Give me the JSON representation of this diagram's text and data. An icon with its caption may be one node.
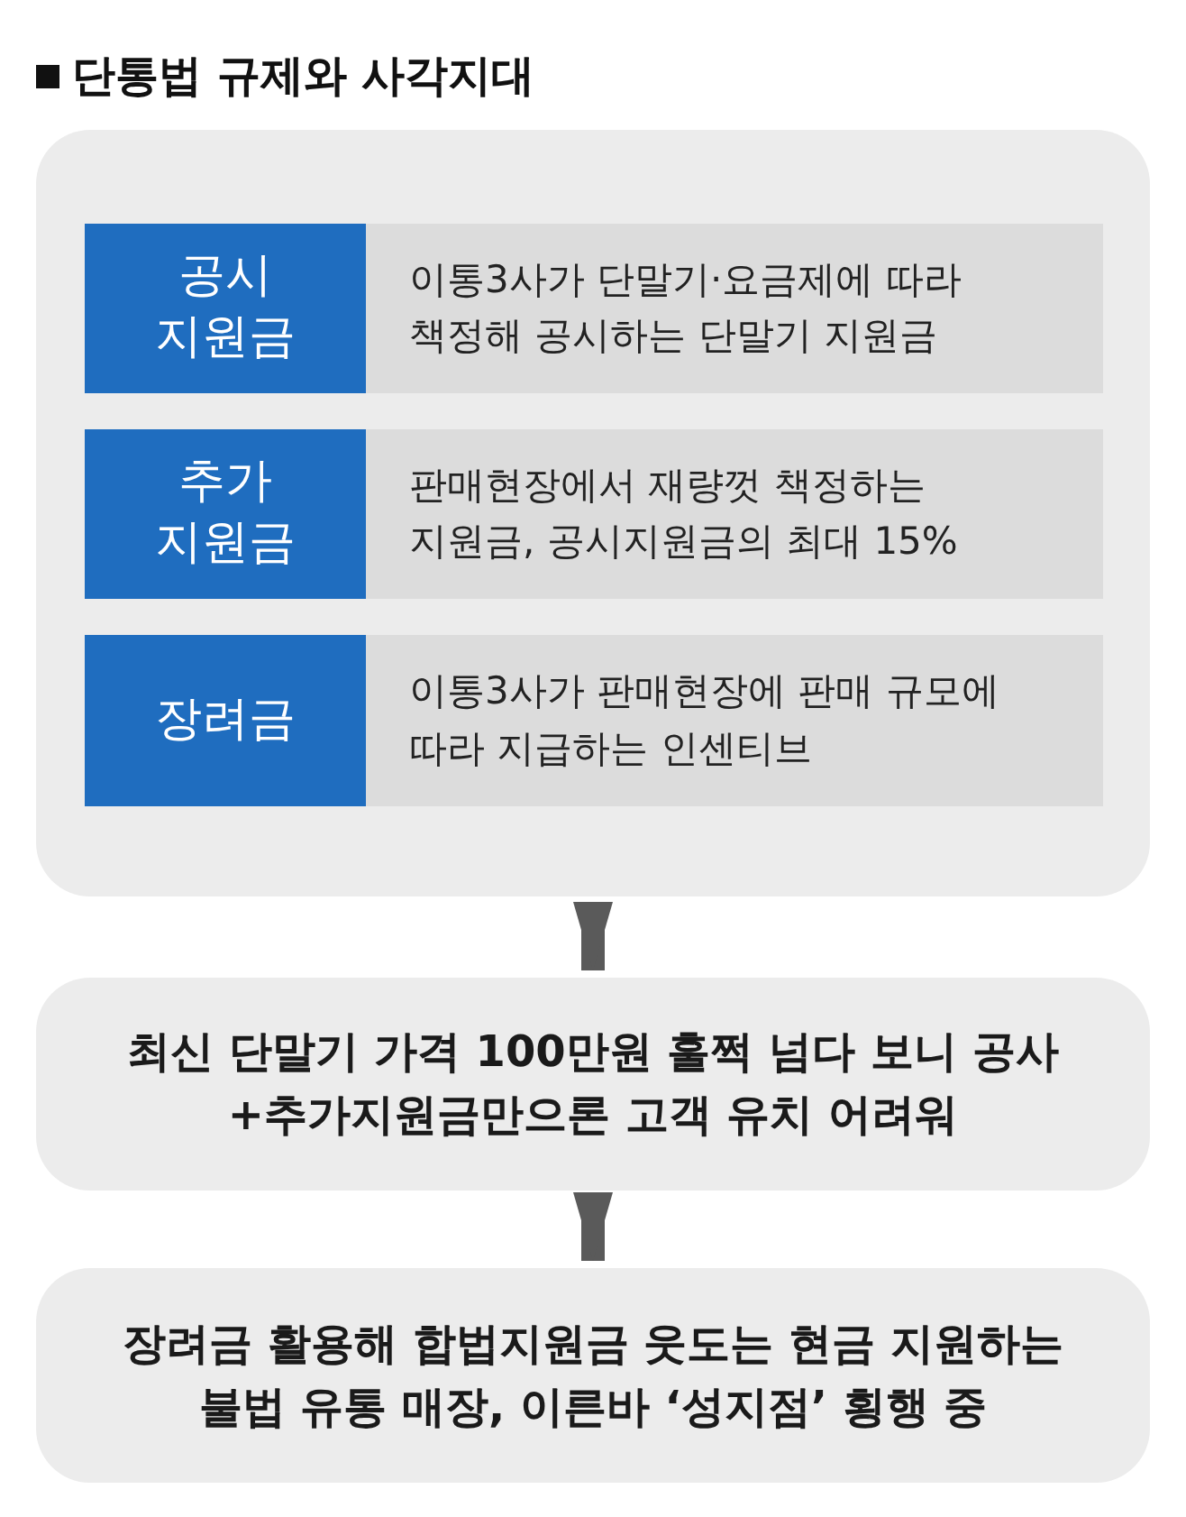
{
  "diagram": {
    "title": "단통법 규제와 사각지대",
    "nodes": [
      {
        "text": [],
        "shape": "box"
      },
      {
        "text": [
          "공시 지원금"
        ],
        "in": 0
      },
      {
        "text": [
          "이통3사가 단말기·요금제에 따라 책정해 공시하는 단말기 지원금"
        ],
        "in": 0
      },
      {
        "text": [
          "추가 지원금"
        ],
        "in": 0
      },
      {
        "text": [
          "판매현장에서 재량껏 책정하는 지원금, 공시지원금의 최대 15%"
        ],
        "in": 0
      },
      {
        "text": [
          "장려금"
        ],
        "in": 0
      },
      {
        "text": [
          "이통3사가 판매현장에 판매 규모에 따라 지급하는 인센티브"
        ],
        "in": 0
      },
      {
        "text": [
          "최신 단말기 가격 100만원 훌쩍 넘다 보니 공사+추가지원금만으론 고객 유치 어려워"
        ]
      },
      {
        "text": [
          "장려금 활용해 합법지원금 웃도는 현금 지원하는 불법 유통 매장, 이른바 ‘성지점’ 횡행 중"
        ]
      }
    ],
    "edges": [
      {
        "from": 0,
        "to": 7,
        "arrow": "to"
      },
      {
        "from": 7,
        "to": 8,
        "arrow": "to"
      }
    ]
  }
}
